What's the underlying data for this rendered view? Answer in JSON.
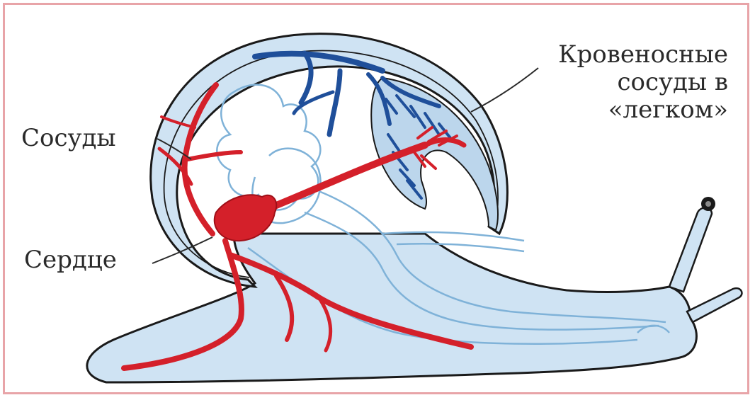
{
  "labels": {
    "vessels": "Сосуды",
    "heart": "Сердце",
    "lung_line1": "Кровеносные",
    "lung_line2": "сосуды в",
    "lung_line3": "«легком»"
  },
  "colors": {
    "body_fill": "#cfe3f3",
    "outline": "#1a1a1a",
    "arteries": "#d4202a",
    "veins": "#1f4f9a",
    "organs": "#7fb2d8",
    "frame": "#e8a4a8"
  }
}
